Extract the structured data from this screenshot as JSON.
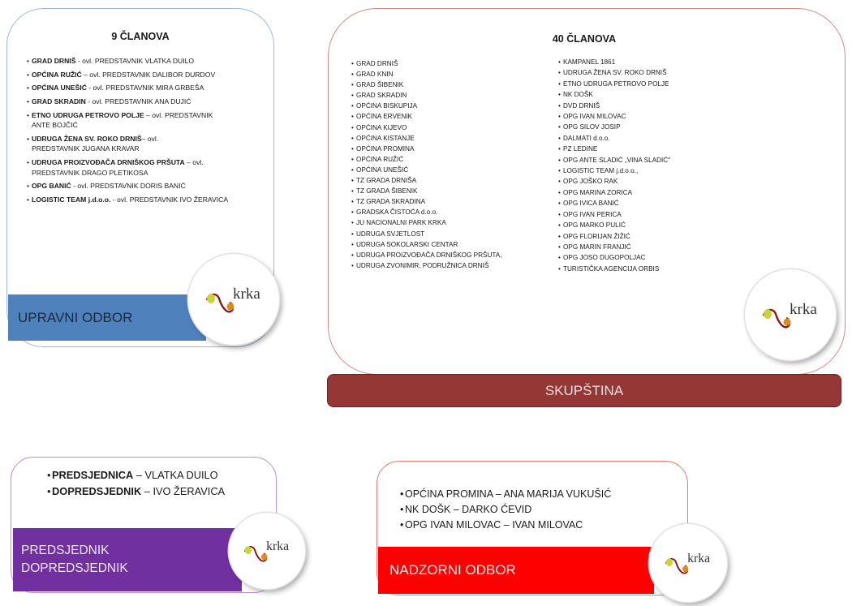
{
  "upravni": {
    "heading": "9 ČLANOVA",
    "items": [
      {
        "bold": "GRAD DRNIŠ",
        "rest": " - ovl. PREDSTAVNIK VLATKA DUILO",
        "cont": ""
      },
      {
        "bold": "OPĆINA RUŽIĆ",
        "rest": " – ovl. PREDSTAVNIK DALIBOR DURDOV",
        "cont": ""
      },
      {
        "bold": "OPĆINA UNEŠIĆ",
        "rest": " - ovl. PREDSTAVNIK MIRA GRBEŠA",
        "cont": ""
      },
      {
        "bold": "GRAD SKRADIN",
        "rest": " - ovl. PREDSTAVNIK ANA DUJIĆ",
        "cont": ""
      },
      {
        "bold": "ETNO UDRUGA PETROVO POLJE",
        "rest": " – ovl. PREDSTAVNIK",
        "cont": "ANTE BOJČIĆ"
      },
      {
        "bold": "UDRUGA ŽENA SV. ROKO DRNIŠ",
        "rest": "– ovl.",
        "cont": "PREDSTAVNIK JUGANA KRAVAR"
      },
      {
        "bold": "UDRUGA PROIZVOĐAČA DRNIŠKOG PRŠUTA",
        "rest": " – ovl.",
        "cont": "PREDSTAVNIK DRAGO PLETIKOSA"
      },
      {
        "bold": "OPG BANIĆ",
        "rest": " - ovl. PREDSTAVNIK DORIS BANIĆ",
        "cont": ""
      },
      {
        "bold": "LOGISTIC TEAM j.d.o.o.",
        "rest": " - ovl. PREDSTAVNIK IVO ŽERAVICA",
        "cont": ""
      }
    ],
    "title": "UPRAVNI ODBOR"
  },
  "skupstina": {
    "heading": "40 ČLANOVA",
    "left": [
      "GRAD DRNIŠ",
      "GRAD KNIN",
      "GRAD ŠIBENIK",
      "GRAD SKRADIN",
      "OPĆINA BISKUPIJA",
      "OPĆINA ERVENIK",
      "OPĆINA KIJEVO",
      "OPĆINA KISTANJE",
      "OPĆINA PROMINA",
      "OPĆINA RUŽIĆ",
      "OPĆINA UNEŠIĆ",
      "TZ GRADA DRNIŠA",
      "TZ GRADA ŠIBENIK",
      "TZ GRADA SKRADINA",
      "GRADSKA ČISTOĆA d.o.o.",
      "JU NACIONALNI PARK KRKA",
      "UDRUGA SVJETLOST",
      "UDRUGA SOKOLARSKI CENTAR",
      "UDRUGA PROIZVOĐAČA DRNIŠKOG PRŠUTA,",
      "UDRUGA ZVONIMIR, PODRUŽNICA DRNIŠ"
    ],
    "right": [
      "KAMPANEL 1861",
      "UDRUGA ŽENA SV. ROKO DRNIŠ",
      "ETNO UDRUGA PETROVO POLJE",
      "NK DOŠK",
      "DVD DRNIŠ",
      "OPG IVAN MILOVAC",
      "OPG SILOV JOSIP",
      "DALMATI d.o.o.",
      "PZ LEDINE",
      "OPG ANTE SLADIĆ „VINA SLADIĆ\"",
      "LOGISTIC TEAM j.d.o.o.,",
      "OPG JOŠKO RAK",
      "OPG MARINA ZORICA",
      "OPG IVICA BANIĆ",
      "OPG IVAN PERICA",
      "OPG MARKO PULIĆ",
      "OPG FLORIJAN ŽIŽIĆ",
      "OPG MARIN FRANJIĆ",
      "OPG JOSO DUGOPOLJAC",
      "TURISTIČKA AGENCIJA ORBIS"
    ],
    "title": "SKUPŠTINA"
  },
  "predsjednik": {
    "items": [
      {
        "bold": "PREDSJEDNICA",
        "rest": " – VLATKA DUILO"
      },
      {
        "bold": "DOPREDSJEDNIK",
        "rest": " – IVO ŽERAVICA"
      }
    ],
    "title_line1": "PREDSJEDNIK",
    "title_line2": "DOPREDSJEDNIK"
  },
  "nadzorni": {
    "items": [
      "OPĆINA PROMINA – ANA MARIJA VUKUŠIĆ",
      "NK DOŠK – DARKO ĆEVID",
      "OPG IVAN MILOVAC – IVAN MILOVAC"
    ],
    "title": "NADZORNI ODBOR"
  },
  "logo": {
    "text": "krka",
    "icon": "krka-logo-icon"
  },
  "colors": {
    "upravni": "#4f81bd",
    "skupstina": "#953735",
    "predsjednik": "#7030a0",
    "nadzorni": "#ff0000"
  }
}
